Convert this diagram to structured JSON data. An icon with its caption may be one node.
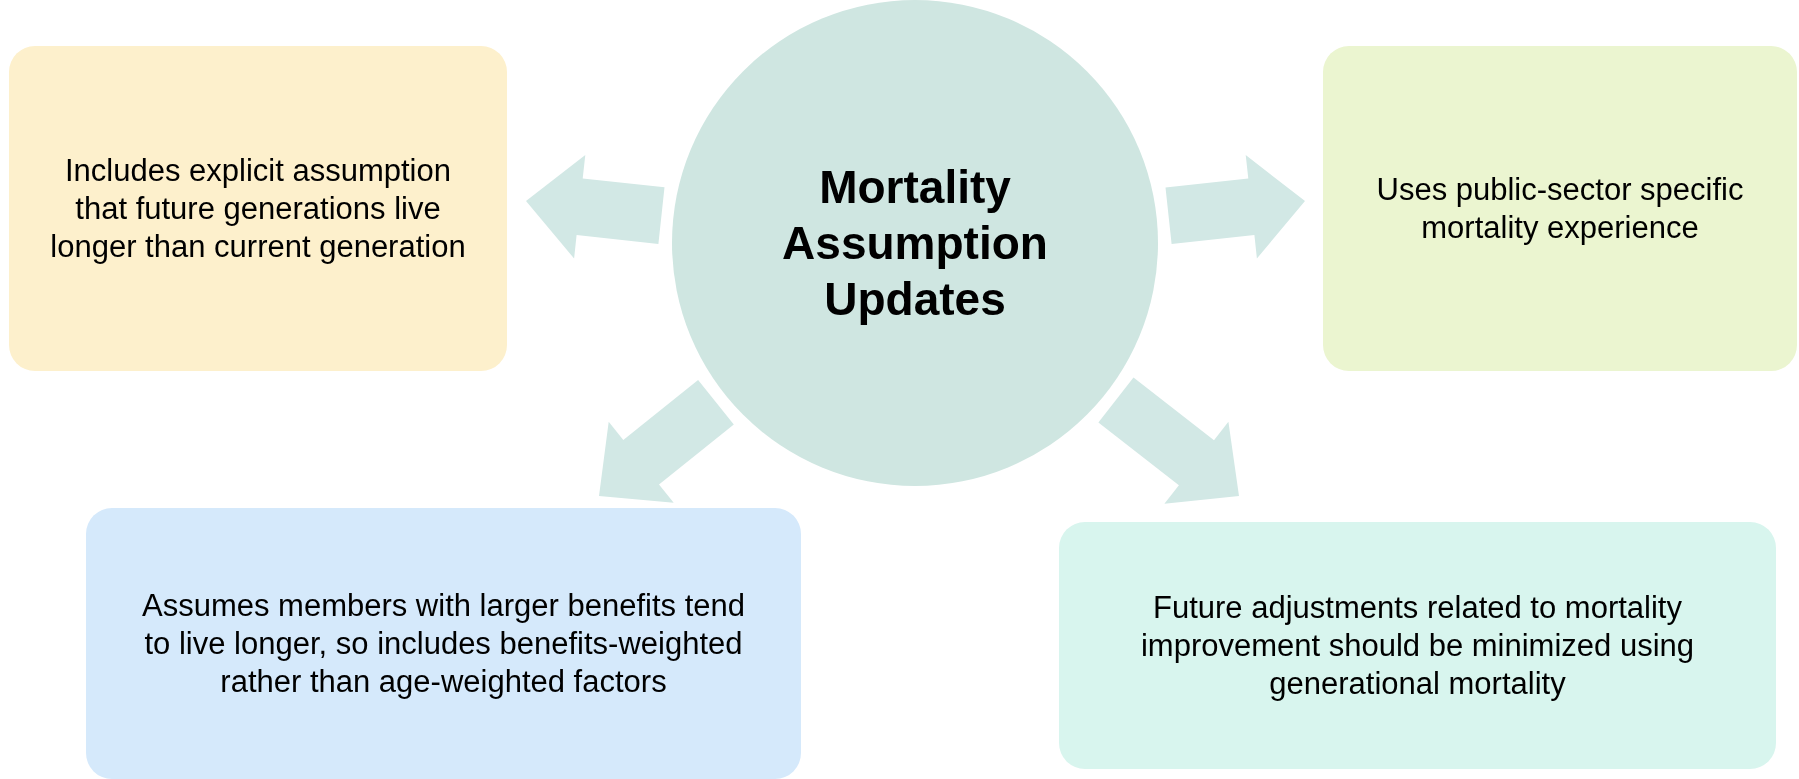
{
  "diagram": {
    "nodes": [
      {
        "text": [
          "Mortality Assumption Updates"
        ]
      },
      {
        "text": [
          "Includes explicit assumption that future generations live longer than current generation"
        ]
      },
      {
        "text": [
          "Uses public-sector specific mortality experience"
        ]
      },
      {
        "text": [
          "Assumes members with larger benefits tend to live longer, so includes benefits-weighted rather than age-weighted factors"
        ]
      },
      {
        "text": [
          "Future adjustments related to mortality improvement should be minimized using generational mortality"
        ]
      }
    ],
    "edges": [
      {
        "from": 0,
        "to": 1,
        "arrow": "to"
      },
      {
        "from": 0,
        "to": 2,
        "arrow": "to"
      },
      {
        "from": 0,
        "to": 3,
        "arrow": "to"
      },
      {
        "from": 0,
        "to": 4,
        "arrow": "to"
      }
    ]
  }
}
